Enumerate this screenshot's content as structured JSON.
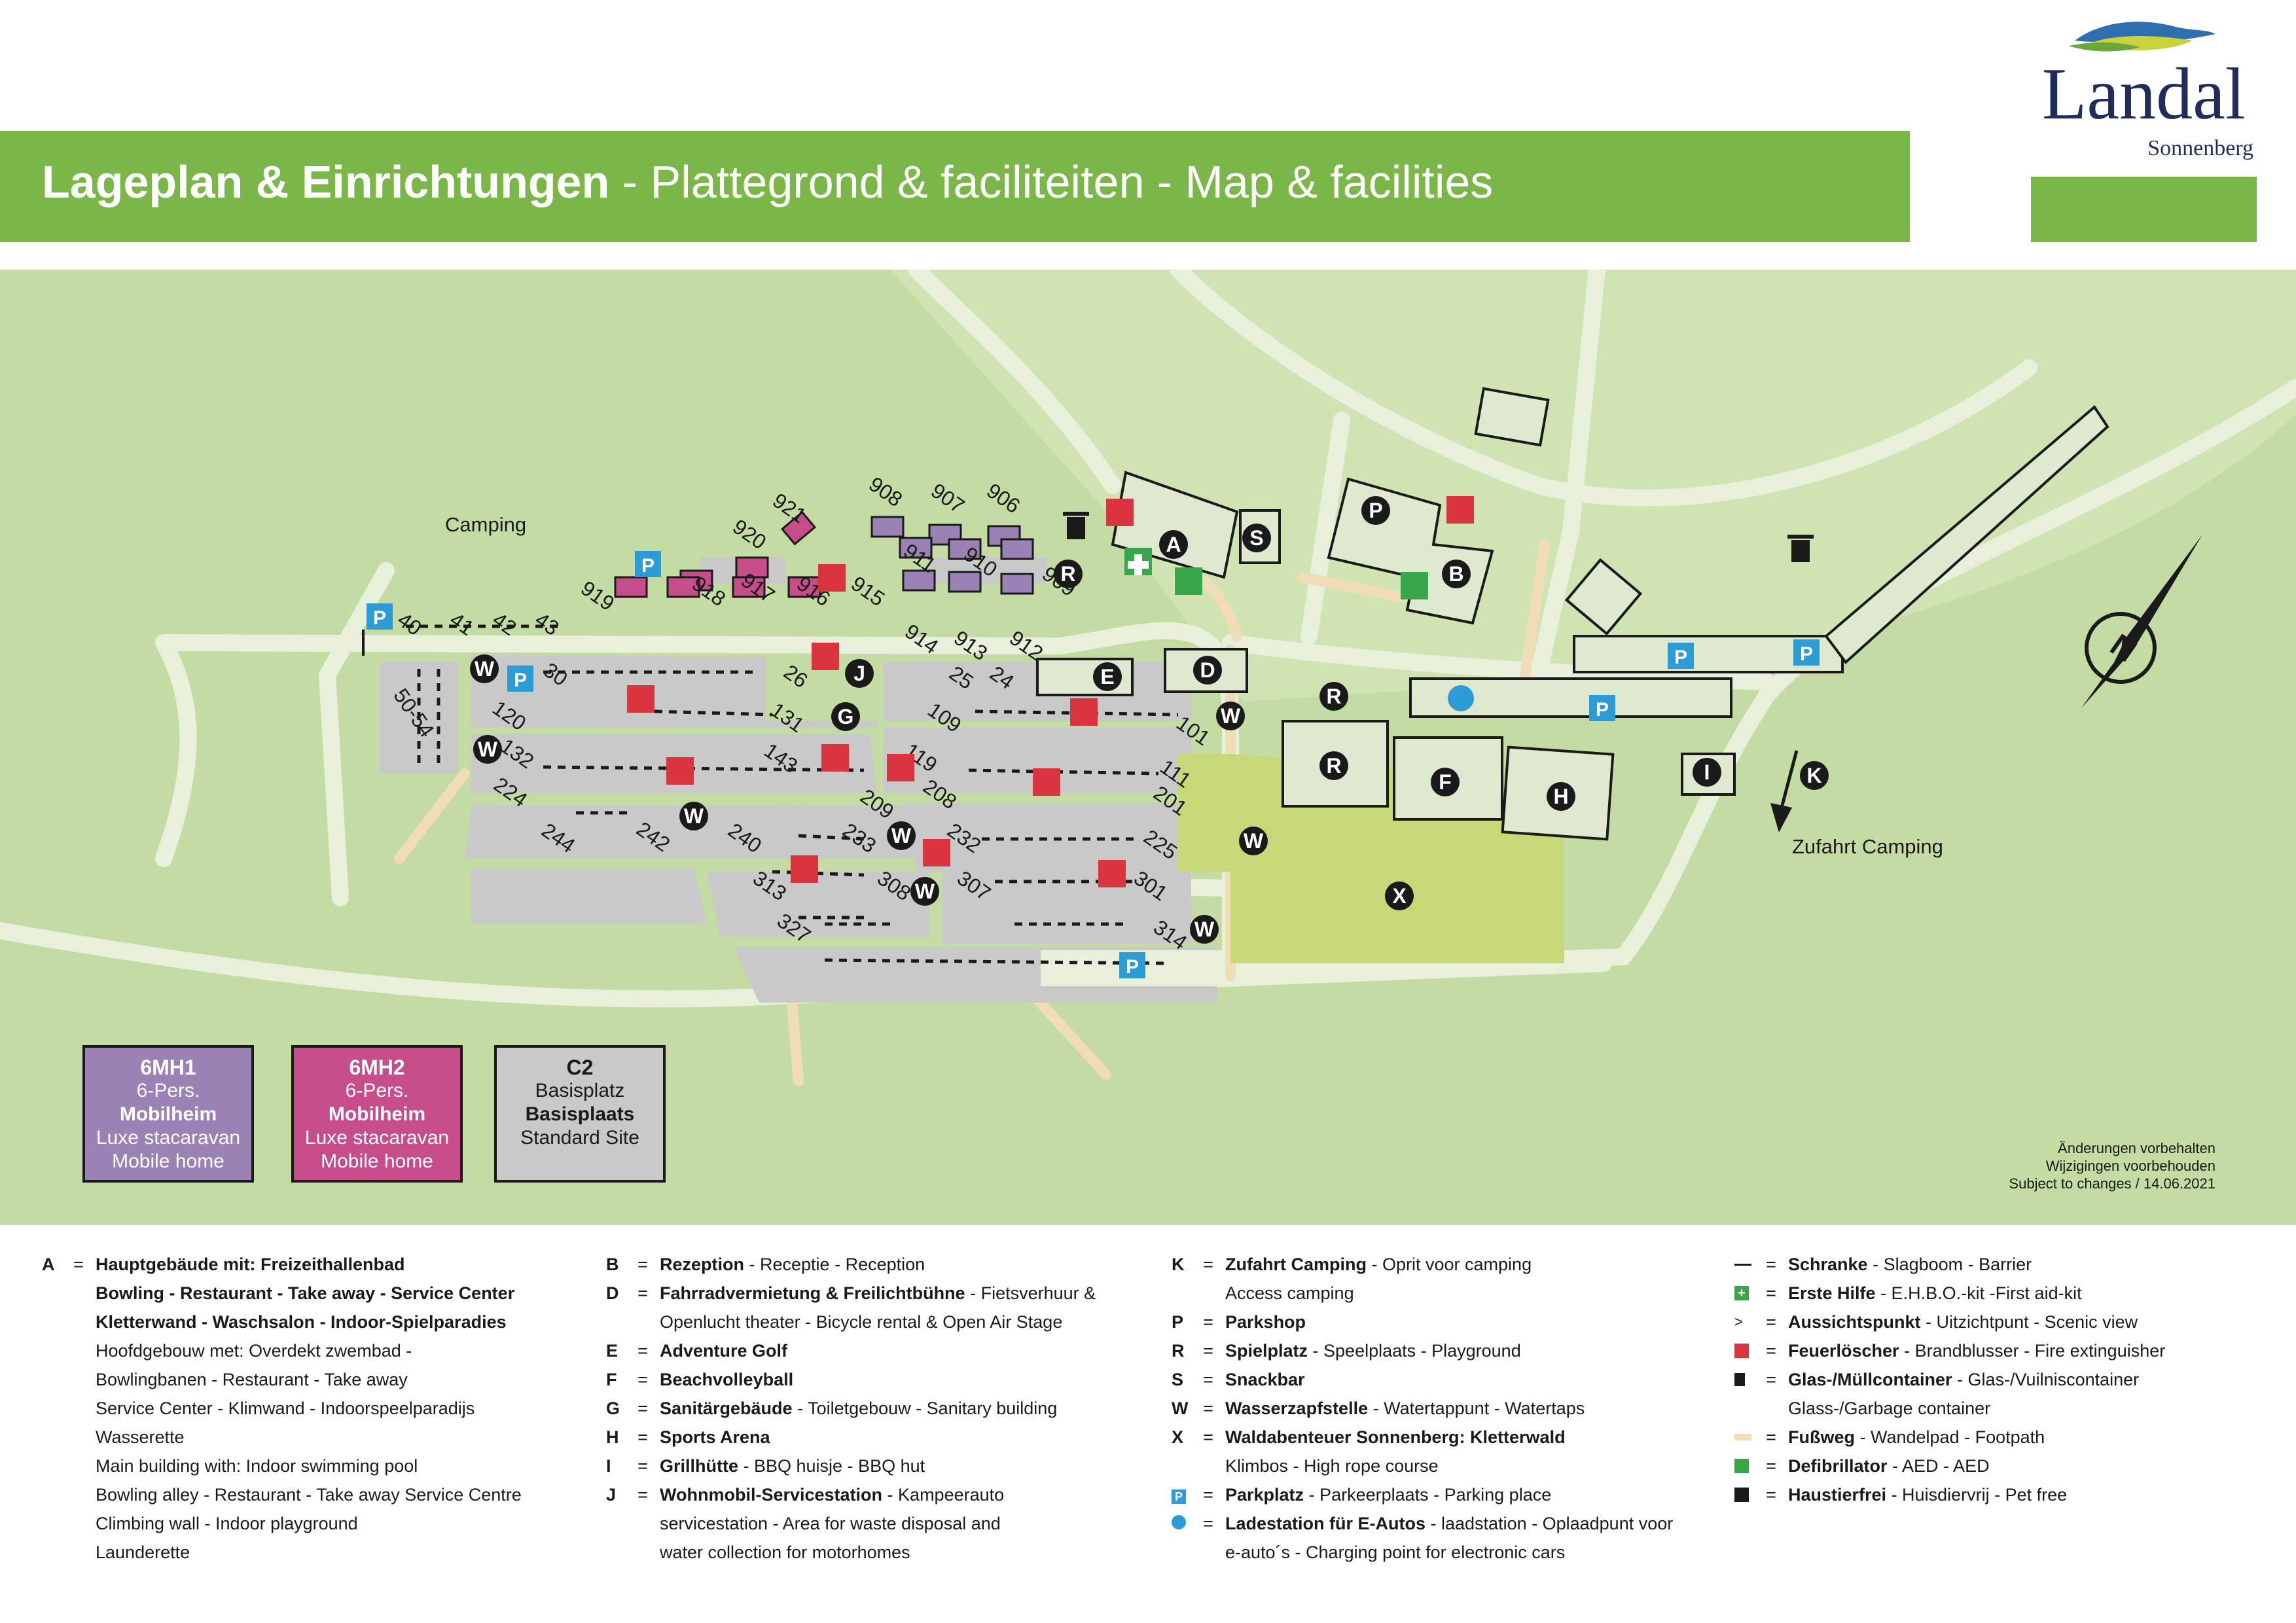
{
  "header": {
    "title_bold": "Lageplan & Einrichtungen",
    "title_rest": " - Plattegrond & faciliteiten - Map & facilities"
  },
  "logo": {
    "brand": "Landal",
    "park": "Sonnenberg"
  },
  "colors": {
    "green_bar": "#7ab648",
    "map_ground": "#c4dca4",
    "path_light": "#e8f0dc",
    "footpath": "#f0ddb8",
    "pitch_area": "#c9c9c9",
    "building": "#dfe9cf",
    "meadow": "#c7d977",
    "mh1": "#9b82b4",
    "mh2": "#c64d8a",
    "parking_blue": "#2b9cd6",
    "extinguisher_red": "#d9343f",
    "first_aid_green": "#3aa64c",
    "navy": "#1f2c5c"
  },
  "map": {
    "labels": {
      "camping": "Camping",
      "zufahrt": "Zufahrt Camping"
    },
    "facility_markers": [
      "A",
      "S",
      "P",
      "B",
      "R",
      "D",
      "E",
      "G",
      "J",
      "R",
      "R",
      "F",
      "H",
      "I",
      "K",
      "X",
      "W"
    ],
    "pitch_numbers": [
      "40",
      "41",
      "42",
      "43",
      "919",
      "918",
      "917",
      "916",
      "915",
      "920",
      "921",
      "908",
      "907",
      "906",
      "911",
      "910",
      "909",
      "914",
      "913",
      "912",
      "30",
      "26",
      "25",
      "24",
      "120",
      "131",
      "109",
      "101",
      "132",
      "143",
      "119",
      "208",
      "111",
      "201",
      "224",
      "209",
      "244",
      "242",
      "240",
      "233",
      "232",
      "225",
      "313",
      "308",
      "307",
      "301",
      "327",
      "314",
      "50-54"
    ],
    "notes": {
      "line1": "Änderungen vorbehalten",
      "line2": "Wijzigingen voorbehouden",
      "line3": "Subject to changes / 14.06.2021"
    }
  },
  "key_boxes": [
    {
      "code": "6MH1",
      "line1": "6-Pers.",
      "line2": "Mobilheim",
      "line3": "Luxe stacaravan",
      "line4": "Mobile home"
    },
    {
      "code": "6MH2",
      "line1": "6-Pers.",
      "line2": "Mobilheim",
      "line3": "Luxe stacaravan",
      "line4": "Mobile home"
    },
    {
      "code": "C2",
      "line1": "Basisplatz",
      "line2": "Basisplaats",
      "line3": "Standard Site"
    }
  ],
  "legend": {
    "col1": [
      {
        "key": "A",
        "bold": "Hauptgebäude mit: Freizeithallenbad",
        "rest": ""
      },
      {
        "key": "",
        "bold": "Bowling - Restaurant - Take away - Service Center",
        "rest": ""
      },
      {
        "key": "",
        "bold": "Kletterwand - Waschsalon - Indoor-Spielparadies",
        "rest": ""
      },
      {
        "key": "",
        "bold": "",
        "rest": "Hoofdgebouw met: Overdekt zwembad -"
      },
      {
        "key": "",
        "bold": "",
        "rest": "Bowlingbanen - Restaurant - Take away"
      },
      {
        "key": "",
        "bold": "",
        "rest": "Service Center - Klimwand - Indoorspeelparadijs"
      },
      {
        "key": "",
        "bold": "",
        "rest": "Wasserette"
      },
      {
        "key": "",
        "bold": "",
        "rest": "Main building with: Indoor swimming pool"
      },
      {
        "key": "",
        "bold": "",
        "rest": "Bowling alley - Restaurant - Take away Service Centre"
      },
      {
        "key": "",
        "bold": "",
        "rest": "Climbing wall - Indoor playground"
      },
      {
        "key": "",
        "bold": "",
        "rest": "Launderette"
      }
    ],
    "col2": [
      {
        "key": "B",
        "bold": "Rezeption",
        "rest": " - Receptie - Reception"
      },
      {
        "key": "D",
        "bold": "Fahrradvermietung & Freilichtbühne",
        "rest": " - Fietsverhuur &"
      },
      {
        "key": "",
        "bold": "",
        "rest": "Openlucht theater - Bicycle rental & Open Air Stage"
      },
      {
        "key": "E",
        "bold": "Adventure Golf",
        "rest": ""
      },
      {
        "key": "F",
        "bold": "Beachvolleyball",
        "rest": ""
      },
      {
        "key": "G",
        "bold": "Sanitärgebäude",
        "rest": " - Toiletgebouw - Sanitary building"
      },
      {
        "key": "H",
        "bold": "Sports Arena",
        "rest": ""
      },
      {
        "key": "I",
        "bold": "Grillhütte",
        "rest": " - BBQ huisje - BBQ hut"
      },
      {
        "key": "J",
        "bold": "Wohnmobil-Servicestation",
        "rest": " - Kampeerauto"
      },
      {
        "key": "",
        "bold": "",
        "rest": "servicestation - Area for waste disposal and"
      },
      {
        "key": "",
        "bold": "",
        "rest": "water collection for motorhomes"
      }
    ],
    "col3": [
      {
        "key": "K",
        "bold": "Zufahrt Camping",
        "rest": " - Oprit voor camping"
      },
      {
        "key": "",
        "bold": "",
        "rest": "Access camping"
      },
      {
        "key": "P",
        "bold": "Parkshop",
        "rest": ""
      },
      {
        "key": "R",
        "bold": "Spielplatz",
        "rest": " - Speelplaats - Playground"
      },
      {
        "key": "S",
        "bold": "Snackbar",
        "rest": ""
      },
      {
        "key": "W",
        "bold": "Wasserzapfstelle",
        "rest": " - Watertappunt - Watertaps"
      },
      {
        "key": "X",
        "bold": "Waldabenteuer Sonnenberg: Kletterwald",
        "rest": ""
      },
      {
        "key": "",
        "bold": "",
        "rest": "Klimbos - High rope course"
      },
      {
        "key": "parking-icon",
        "bold": "Parkplatz",
        "rest": " - Parkeerplaats - Parking place"
      },
      {
        "key": "charging-icon",
        "bold": "Ladestation für E-Autos",
        "rest": " - laadstation - Oplaadpunt voor"
      },
      {
        "key": "",
        "bold": "",
        "rest": "e-auto´s - Charging point for electronic cars"
      }
    ],
    "col4": [
      {
        "icon": "barrier-icon",
        "bold": "Schranke",
        "rest": " - Slagboom - Barrier"
      },
      {
        "icon": "first-aid-icon",
        "bold": "Erste Hilfe",
        "rest": " - E.H.B.O.-kit -First aid-kit"
      },
      {
        "icon": "viewpoint-icon",
        "bold": "Aussichtspunkt",
        "rest": " - Uitzichtpunt - Scenic view"
      },
      {
        "icon": "extinguisher-icon",
        "bold": "Feuerlöscher",
        "rest": " - Brandblusser - Fire extinguisher"
      },
      {
        "icon": "trash-icon",
        "bold": "Glas-/Müllcontainer",
        "rest": " - Glas-/Vuilniscontainer"
      },
      {
        "icon": "",
        "bold": "",
        "rest": "Glass-/Garbage container"
      },
      {
        "icon": "footpath-icon",
        "bold": "Fußweg",
        "rest": " - Wandelpad - Footpath"
      },
      {
        "icon": "defibrillator-icon",
        "bold": "Defibrillator",
        "rest": " - AED - AED"
      },
      {
        "icon": "petfree-icon",
        "bold": "Haustierfrei",
        "rest": " - Huisdiervrij - Pet free"
      }
    ]
  }
}
